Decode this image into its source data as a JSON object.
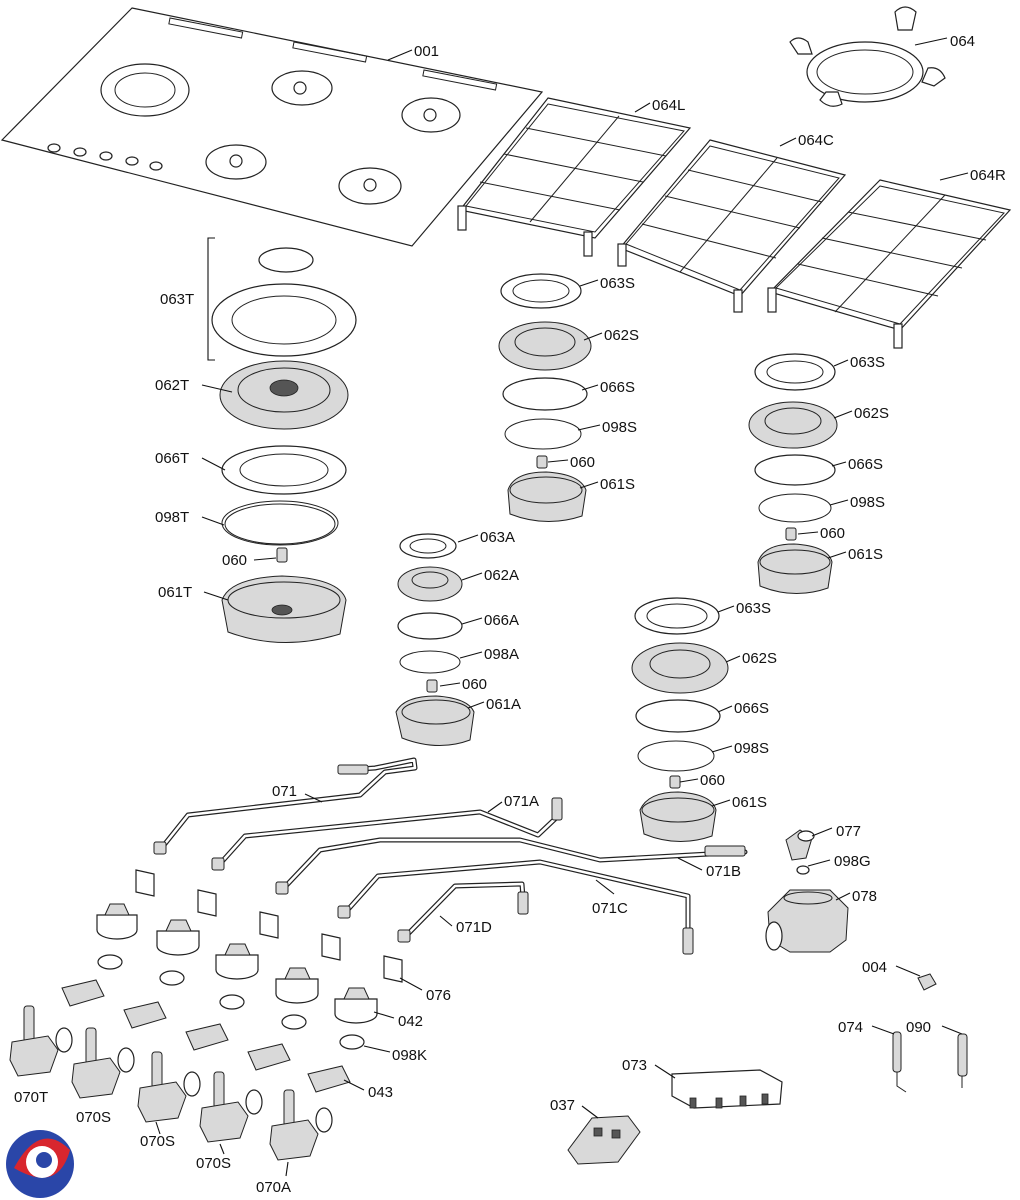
{
  "labels": {
    "l001": "001",
    "l064": "064",
    "l064L": "064L",
    "l064C": "064C",
    "l064R": "064R",
    "l063T": "063T",
    "l062T": "062T",
    "l066T": "066T",
    "l098T": "098T",
    "l060_t": "060",
    "l061T": "061T",
    "l063S_a": "063S",
    "l062S_a": "062S",
    "l066S_a": "066S",
    "l098S_a": "098S",
    "l060_a": "060",
    "l061S_a": "061S",
    "l063S_b": "063S",
    "l062S_b": "062S",
    "l066S_b": "066S",
    "l098S_b": "098S",
    "l060_b": "060",
    "l061S_b": "061S",
    "l063A": "063A",
    "l062A": "062A",
    "l066A": "066A",
    "l098A": "098A",
    "l060_c": "060",
    "l061A": "061A",
    "l063S_c": "063S",
    "l062S_c": "062S",
    "l066S_c": "066S",
    "l098S_c": "098S",
    "l060_d": "060",
    "l061S_c": "061S",
    "l071": "071",
    "l071A": "071A",
    "l071B": "071B",
    "l071C": "071C",
    "l071D": "071D",
    "l077": "077",
    "l098G": "098G",
    "l078": "078",
    "l004": "004",
    "l074": "074",
    "l090": "090",
    "l073": "073",
    "l037": "037",
    "l076": "076",
    "l042": "042",
    "l098K": "098K",
    "l043": "043",
    "l070T": "070T",
    "l070S_a": "070S",
    "l070S_b": "070S",
    "l070S_c": "070S",
    "l070A": "070A"
  },
  "colors": {
    "logo_blue": "#2a46a8",
    "logo_red": "#d8262e"
  },
  "icons": {
    "logo": "brand-logo-icon"
  }
}
